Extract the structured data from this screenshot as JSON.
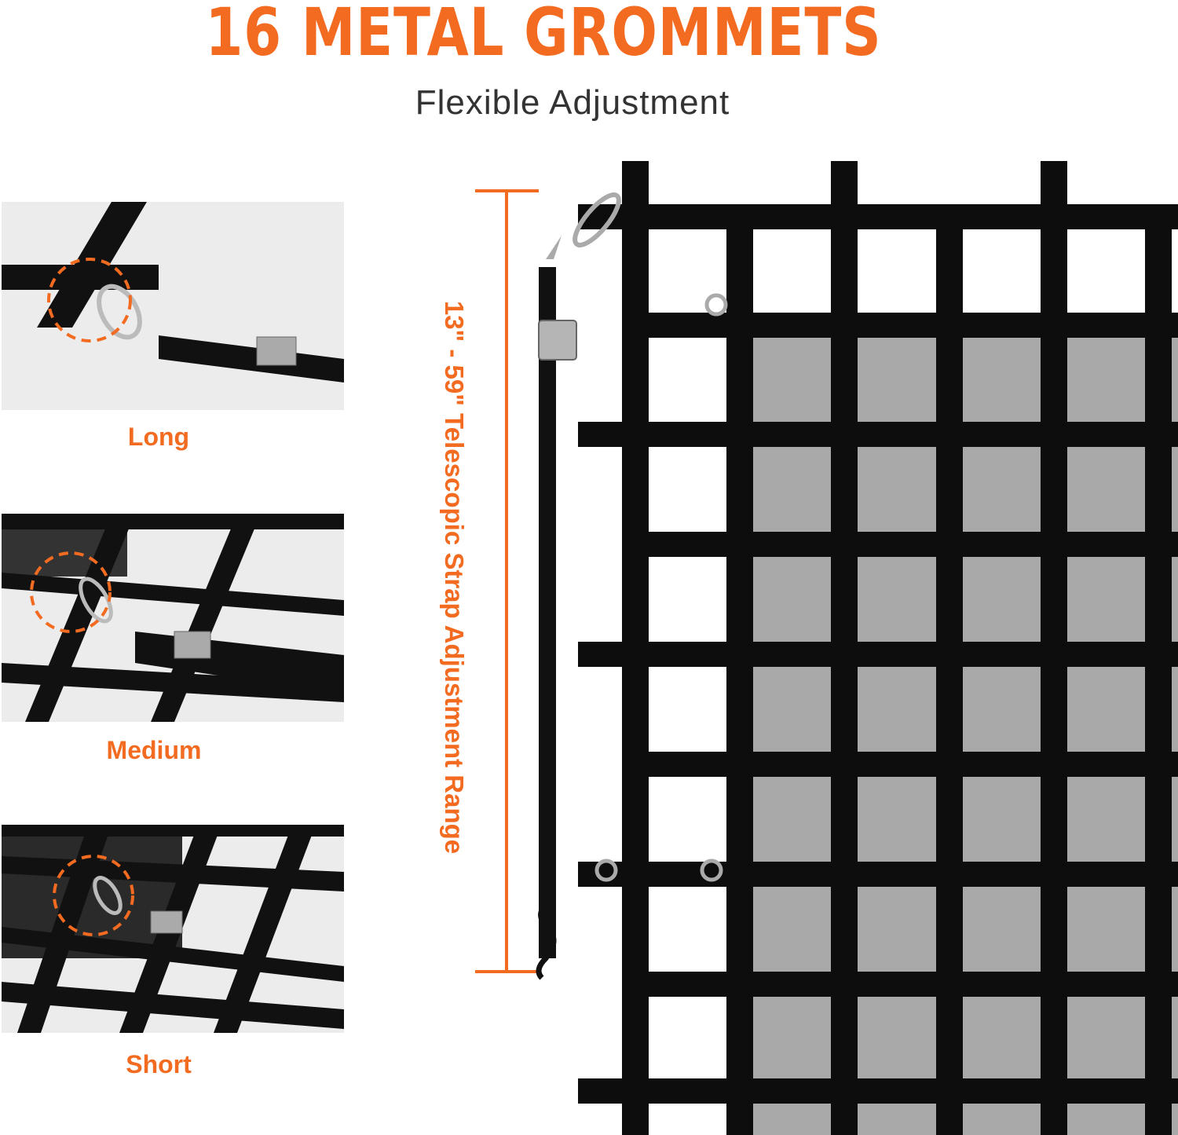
{
  "header": {
    "title": "16 METAL GROMMETS",
    "subtitle": "Flexible Adjustment"
  },
  "adjustment_options": [
    {
      "label": "Long"
    },
    {
      "label": "Medium"
    },
    {
      "label": "Short"
    }
  ],
  "dimension": {
    "text": "13\" - 59\" Telescopic Strap Adjustment Range"
  },
  "colors": {
    "accent": "#f26b21",
    "strap": "#0d0d0d",
    "mesh": "#a9a9a9",
    "photo_bg": "#ececec"
  }
}
